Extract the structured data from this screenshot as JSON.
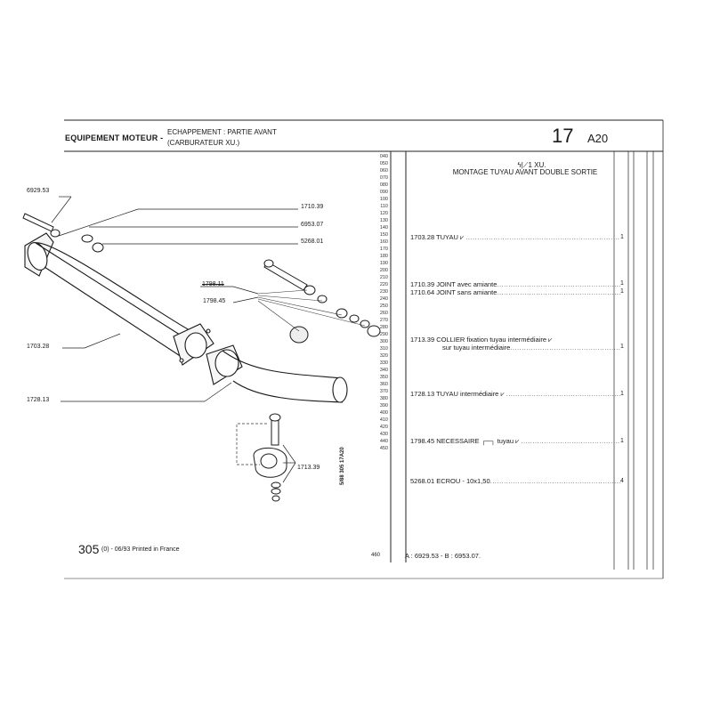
{
  "header": {
    "section_title": "EQUIPEMENT MOTEUR -",
    "subtitle_line1": "ECHAPPEMENT : PARTIE AVANT",
    "subtitle_line2": "(CARBURATEUR XU.)",
    "section_number": "17",
    "section_code": "A20"
  },
  "row_numbers": [
    "040",
    "050",
    "060",
    "070",
    "080",
    "090",
    "100",
    "110",
    "120",
    "130",
    "140",
    "150",
    "160",
    "170",
    "180",
    "190",
    "200",
    "210",
    "220",
    "230",
    "240",
    "250",
    "260",
    "270",
    "280",
    "290",
    "300",
    "310",
    "320",
    "330",
    "340",
    "350",
    "360",
    "370",
    "380",
    "390",
    "400",
    "410",
    "420",
    "430",
    "440",
    "450"
  ],
  "table": {
    "title_symbol": "ϟ|⟋1 XU.",
    "title": "MONTAGE TUYAU AVANT DOUBLE SORTIE",
    "parts": [
      {
        "text": "1703.28  TUYAU  ⩗",
        "qty": "1"
      },
      {
        "text": "1710.39  JOINT avec amiante",
        "qty": "1"
      },
      {
        "text": "1710.64  JOINT sans amiante",
        "qty": "1"
      },
      {
        "text": "1713.39  COLLIER fixation tuyau intermédiaire  ⩗",
        "qty": ""
      },
      {
        "text": "sur tuyau intermédiaire",
        "qty": "1"
      },
      {
        "text": "1728.13  TUYAU intermédiaire  ⩗",
        "qty": "1"
      },
      {
        "text": "1798.45  NECESSAIRE ┌─┐ tuyau  ⩗",
        "qty": "1"
      },
      {
        "text": "5268.01  ECROU - 10x1,50",
        "qty": "4"
      }
    ],
    "note": "A : 6929.53 - B : 6953.07."
  },
  "diagram_labels": {
    "l6929": "6929.53",
    "l1710": "1710.39",
    "l6953": "6953.07",
    "l5268": "5268.01",
    "l1798a": "1798.11",
    "l1798b": "1798.45",
    "l1703": "1703.28",
    "l1728": "1728.13",
    "l1713": "1713.39"
  },
  "vertical_ref": "5/88 305 17A20",
  "footer": {
    "page_num": "305",
    "page_text": "(0) - 06/93 Printed in France",
    "row_460": "460"
  }
}
